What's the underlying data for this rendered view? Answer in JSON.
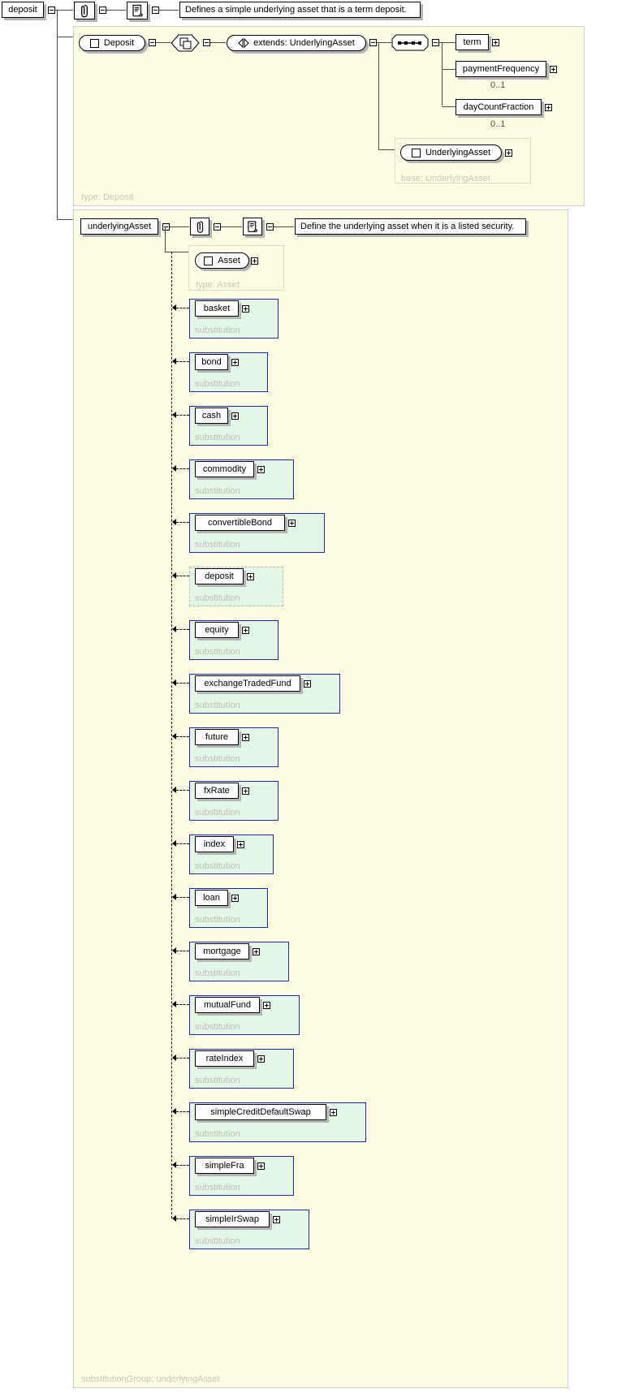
{
  "diagram": {
    "title": "deposit element schema diagram",
    "root_element": "deposit",
    "root_annotation": "Defines a simple underlying asset that is a term deposit.",
    "attributes_icon": "paperclip-icon",
    "annotation_icon": "document-annotation-icon",
    "sequence_icon": "sequence-icon",
    "extension_icon": "extension-icon"
  },
  "deposit_type_group": {
    "frame_label": "type: Deposit",
    "complex_type": "Deposit",
    "extends_label": "extends: UnderlyingAsset",
    "children": [
      {
        "name": "term",
        "occurs": ""
      },
      {
        "name": "paymentFrequency",
        "occurs": "0..1"
      },
      {
        "name": "dayCountFraction",
        "occurs": "0..1"
      }
    ],
    "base_type": {
      "name": "UnderlyingAsset",
      "label": "base: UnderlyingAsset"
    }
  },
  "substitution_group": {
    "element": "underlyingAsset",
    "annotation": "Define the underlying asset when it is a listed security.",
    "frame_label": "substitutionGroup: underlyingAsset",
    "head_type": {
      "name": "Asset",
      "label": "type: Asset"
    },
    "card_label": "substitution",
    "members": [
      {
        "name": "basket",
        "current": false
      },
      {
        "name": "bond",
        "current": false
      },
      {
        "name": "cash",
        "current": false
      },
      {
        "name": "commodity",
        "current": false
      },
      {
        "name": "convertibleBond",
        "current": false
      },
      {
        "name": "deposit",
        "current": true
      },
      {
        "name": "equity",
        "current": false
      },
      {
        "name": "exchangeTradedFund",
        "current": false
      },
      {
        "name": "future",
        "current": false
      },
      {
        "name": "fxRate",
        "current": false
      },
      {
        "name": "index",
        "current": false
      },
      {
        "name": "loan",
        "current": false
      },
      {
        "name": "mortgage",
        "current": false
      },
      {
        "name": "mutualFund",
        "current": false
      },
      {
        "name": "rateIndex",
        "current": false
      },
      {
        "name": "simpleCreditDefaultSwap",
        "current": false
      },
      {
        "name": "simpleFra",
        "current": false
      },
      {
        "name": "simpleIrSwap",
        "current": false
      }
    ]
  },
  "colors": {
    "frame_bg": "#fdfde4",
    "substitution_bg": "#e3f7e7",
    "substitution_border": "#2222cc",
    "current_border": "#b9b9a8",
    "line": "#4d4d42",
    "muted_text": "#c8c8b4"
  }
}
